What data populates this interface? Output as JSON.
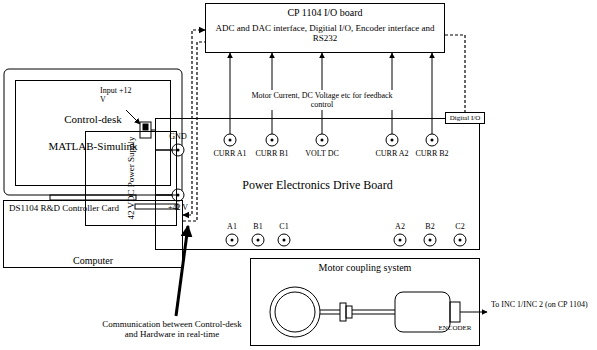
{
  "diagram": {
    "nodes": [
      {
        "text": [
          "CP 1104 I/O board",
          "ADC and DAC interface, Digitial I/O, Encoder interface and RS232"
        ]
      },
      {
        "text": [
          "Control-desk",
          "MATLAB-Simulink"
        ]
      },
      {
        "text": [
          "DS1104 R&D Controller Card",
          "Computer"
        ]
      },
      {
        "text": [
          "42 VDC Power Supply"
        ]
      },
      {
        "text": [
          "Power Electronics Drive Board"
        ]
      },
      {
        "text": [
          "Digital I/O"
        ]
      },
      {
        "text": [
          "Motor coupling system"
        ]
      }
    ],
    "edges": [
      {
        "from": 2,
        "to": 0,
        "arrow": "both"
      },
      {
        "from": 4,
        "to": 0,
        "arrow": "to"
      },
      {
        "from": 4,
        "to": 0,
        "arrow": "to"
      },
      {
        "from": 4,
        "to": 0,
        "arrow": "to"
      },
      {
        "from": 4,
        "to": 0,
        "arrow": "to"
      },
      {
        "from": 4,
        "to": 0,
        "arrow": "to"
      },
      {
        "from": 0,
        "to": 5,
        "arrow": "none"
      },
      {
        "from": 3,
        "to": 4,
        "arrow": "none"
      },
      {
        "from": 3,
        "to": 4,
        "arrow": "none"
      }
    ],
    "labels": [
      "Input +12 V",
      "Motor Current, DC Voltage etc for feedback control",
      "GND",
      "+42 V",
      "CURR A1",
      "CURR B1",
      "VOLT DC",
      "CURR A2",
      "CURR B2",
      "A1",
      "B1",
      "C1",
      "A2",
      "B2",
      "C2",
      "ENCODER",
      "To INC 1/INC 2 (on CP 1104)",
      "Communication between Control-desk and Hardware in real-time"
    ]
  }
}
